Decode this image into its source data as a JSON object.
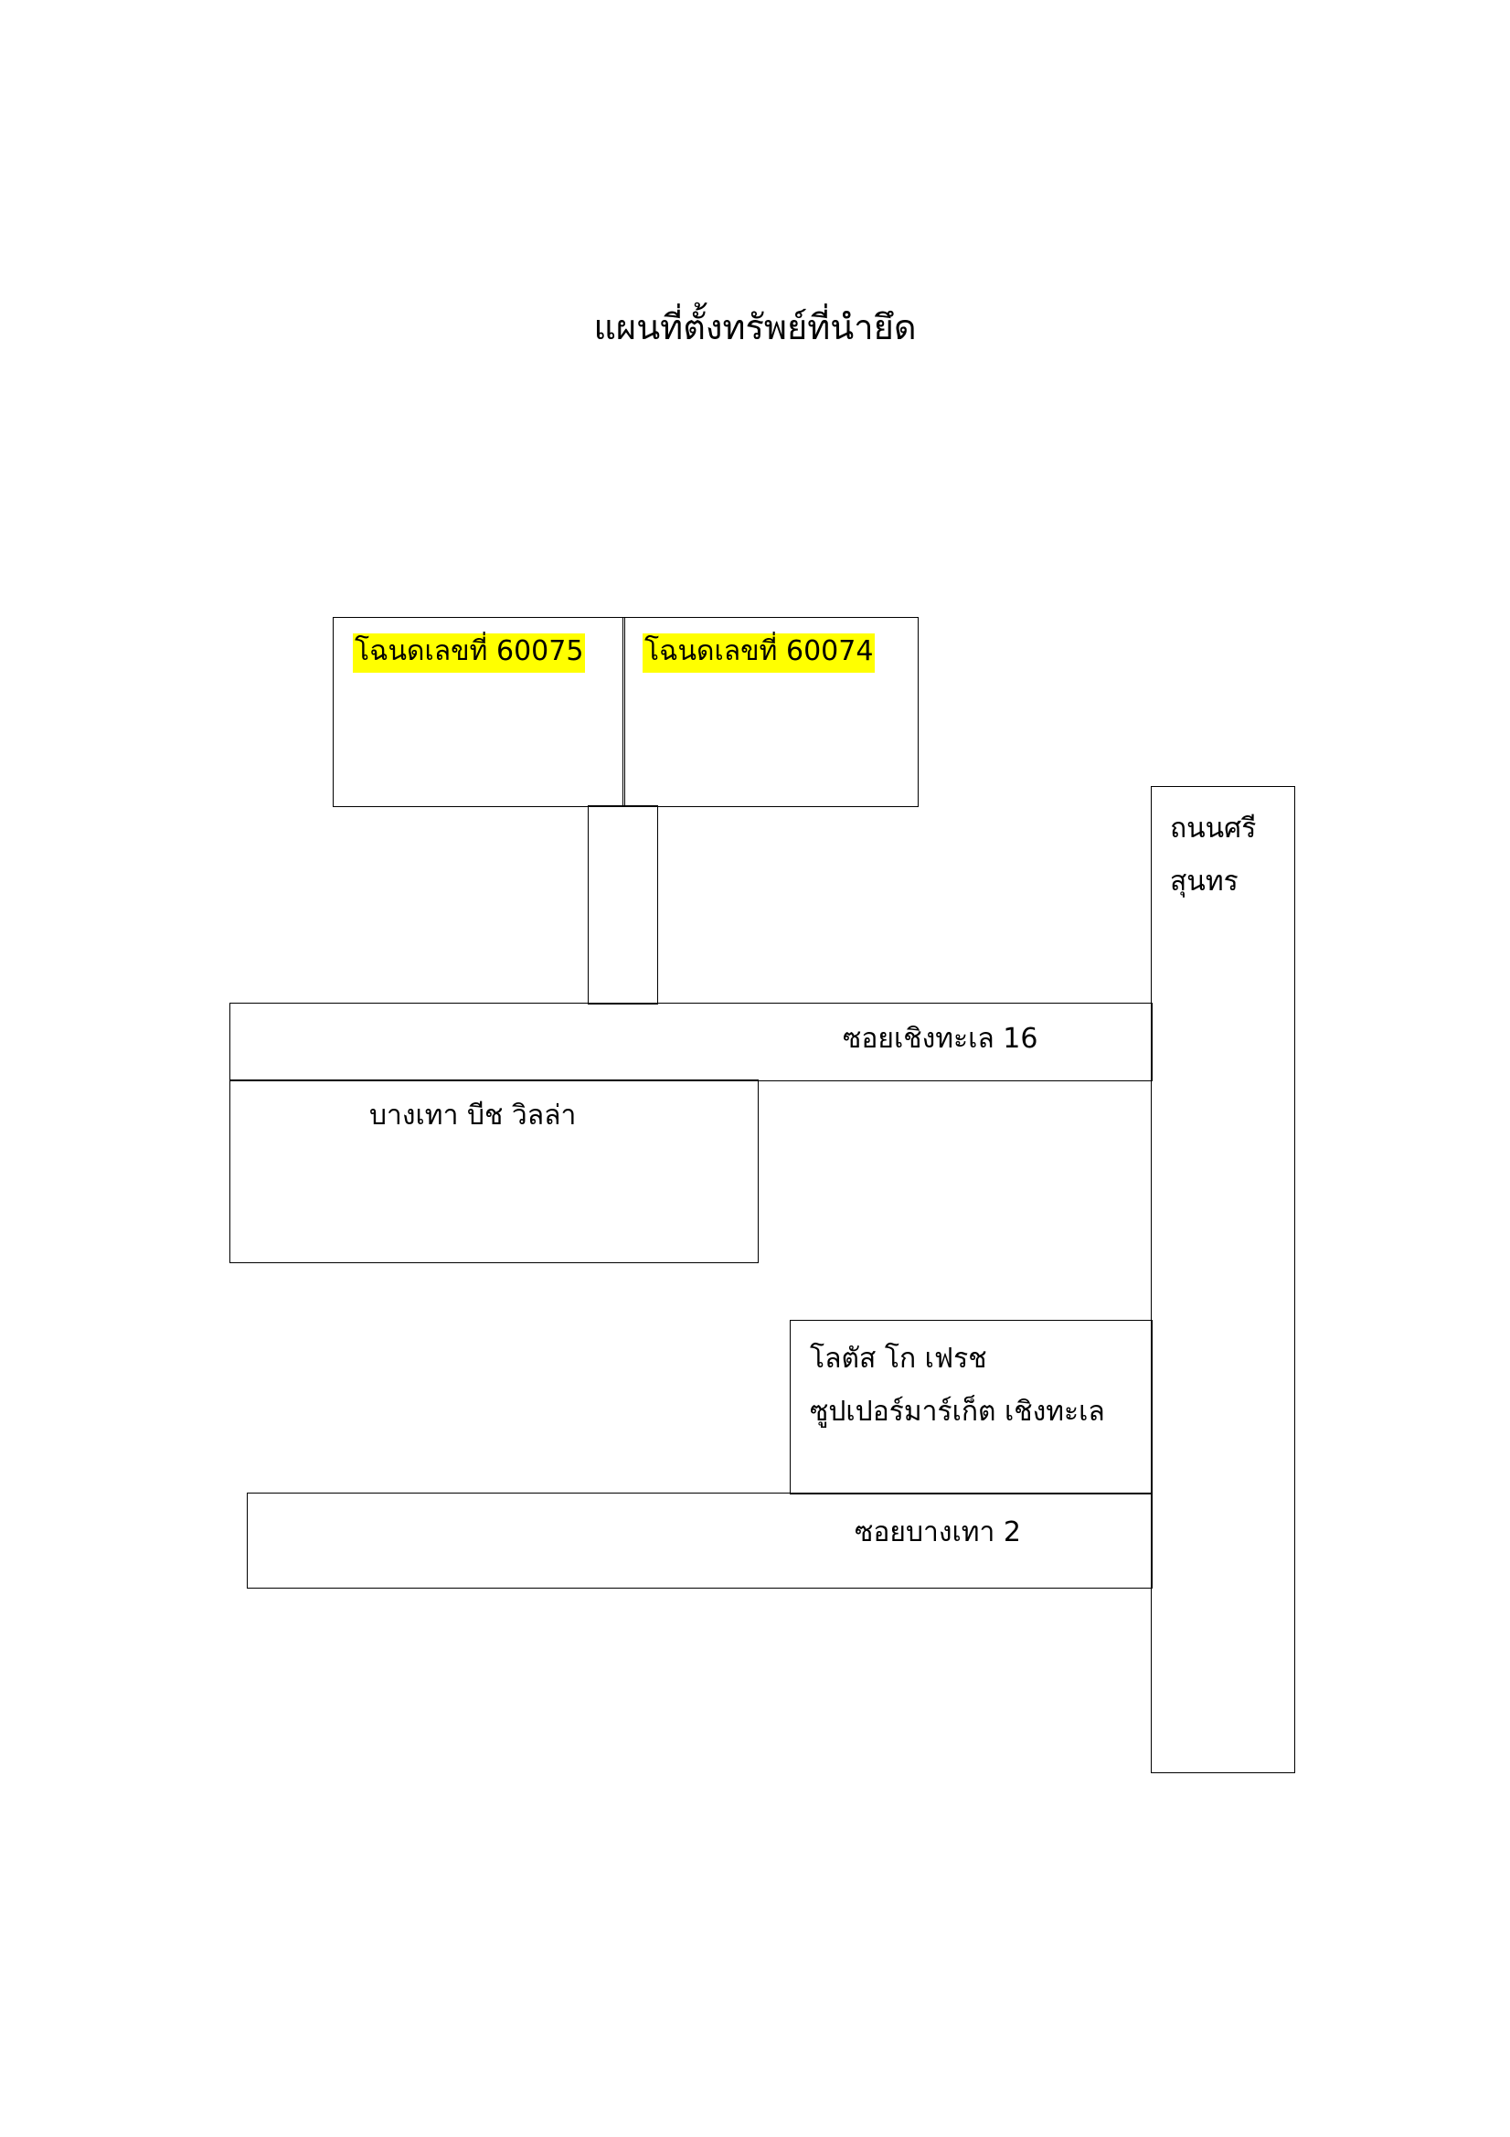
{
  "title": "แผนที่ตั้งทรัพย์ที่นำยึด",
  "plots": [
    {
      "prefix": "โฉนดเลขที่ ",
      "number": "60075"
    },
    {
      "prefix": "โฉนดเลขที่ ",
      "number": "60074"
    }
  ],
  "roads": {
    "srisunthon": {
      "line1": "ถนนศรี",
      "line2": "สุนทร"
    },
    "soi_choeng_thale_16": {
      "prefix": "ซอยเชิงทะเล ",
      "number": "16"
    },
    "soi_bang_tao_2": {
      "prefix": "ซอยบางเทา ",
      "number": "2"
    }
  },
  "landmarks": {
    "bang_tao_beach_villa": "บางเทา บีช วิลล่า",
    "lotus": {
      "line1": "โลตัส โก เฟรช",
      "line2": "ซูปเปอร์มาร์เก็ต เชิงทะเล"
    }
  },
  "colors": {
    "highlight": "#ffff00",
    "line": "#000000",
    "background": "#ffffff"
  }
}
